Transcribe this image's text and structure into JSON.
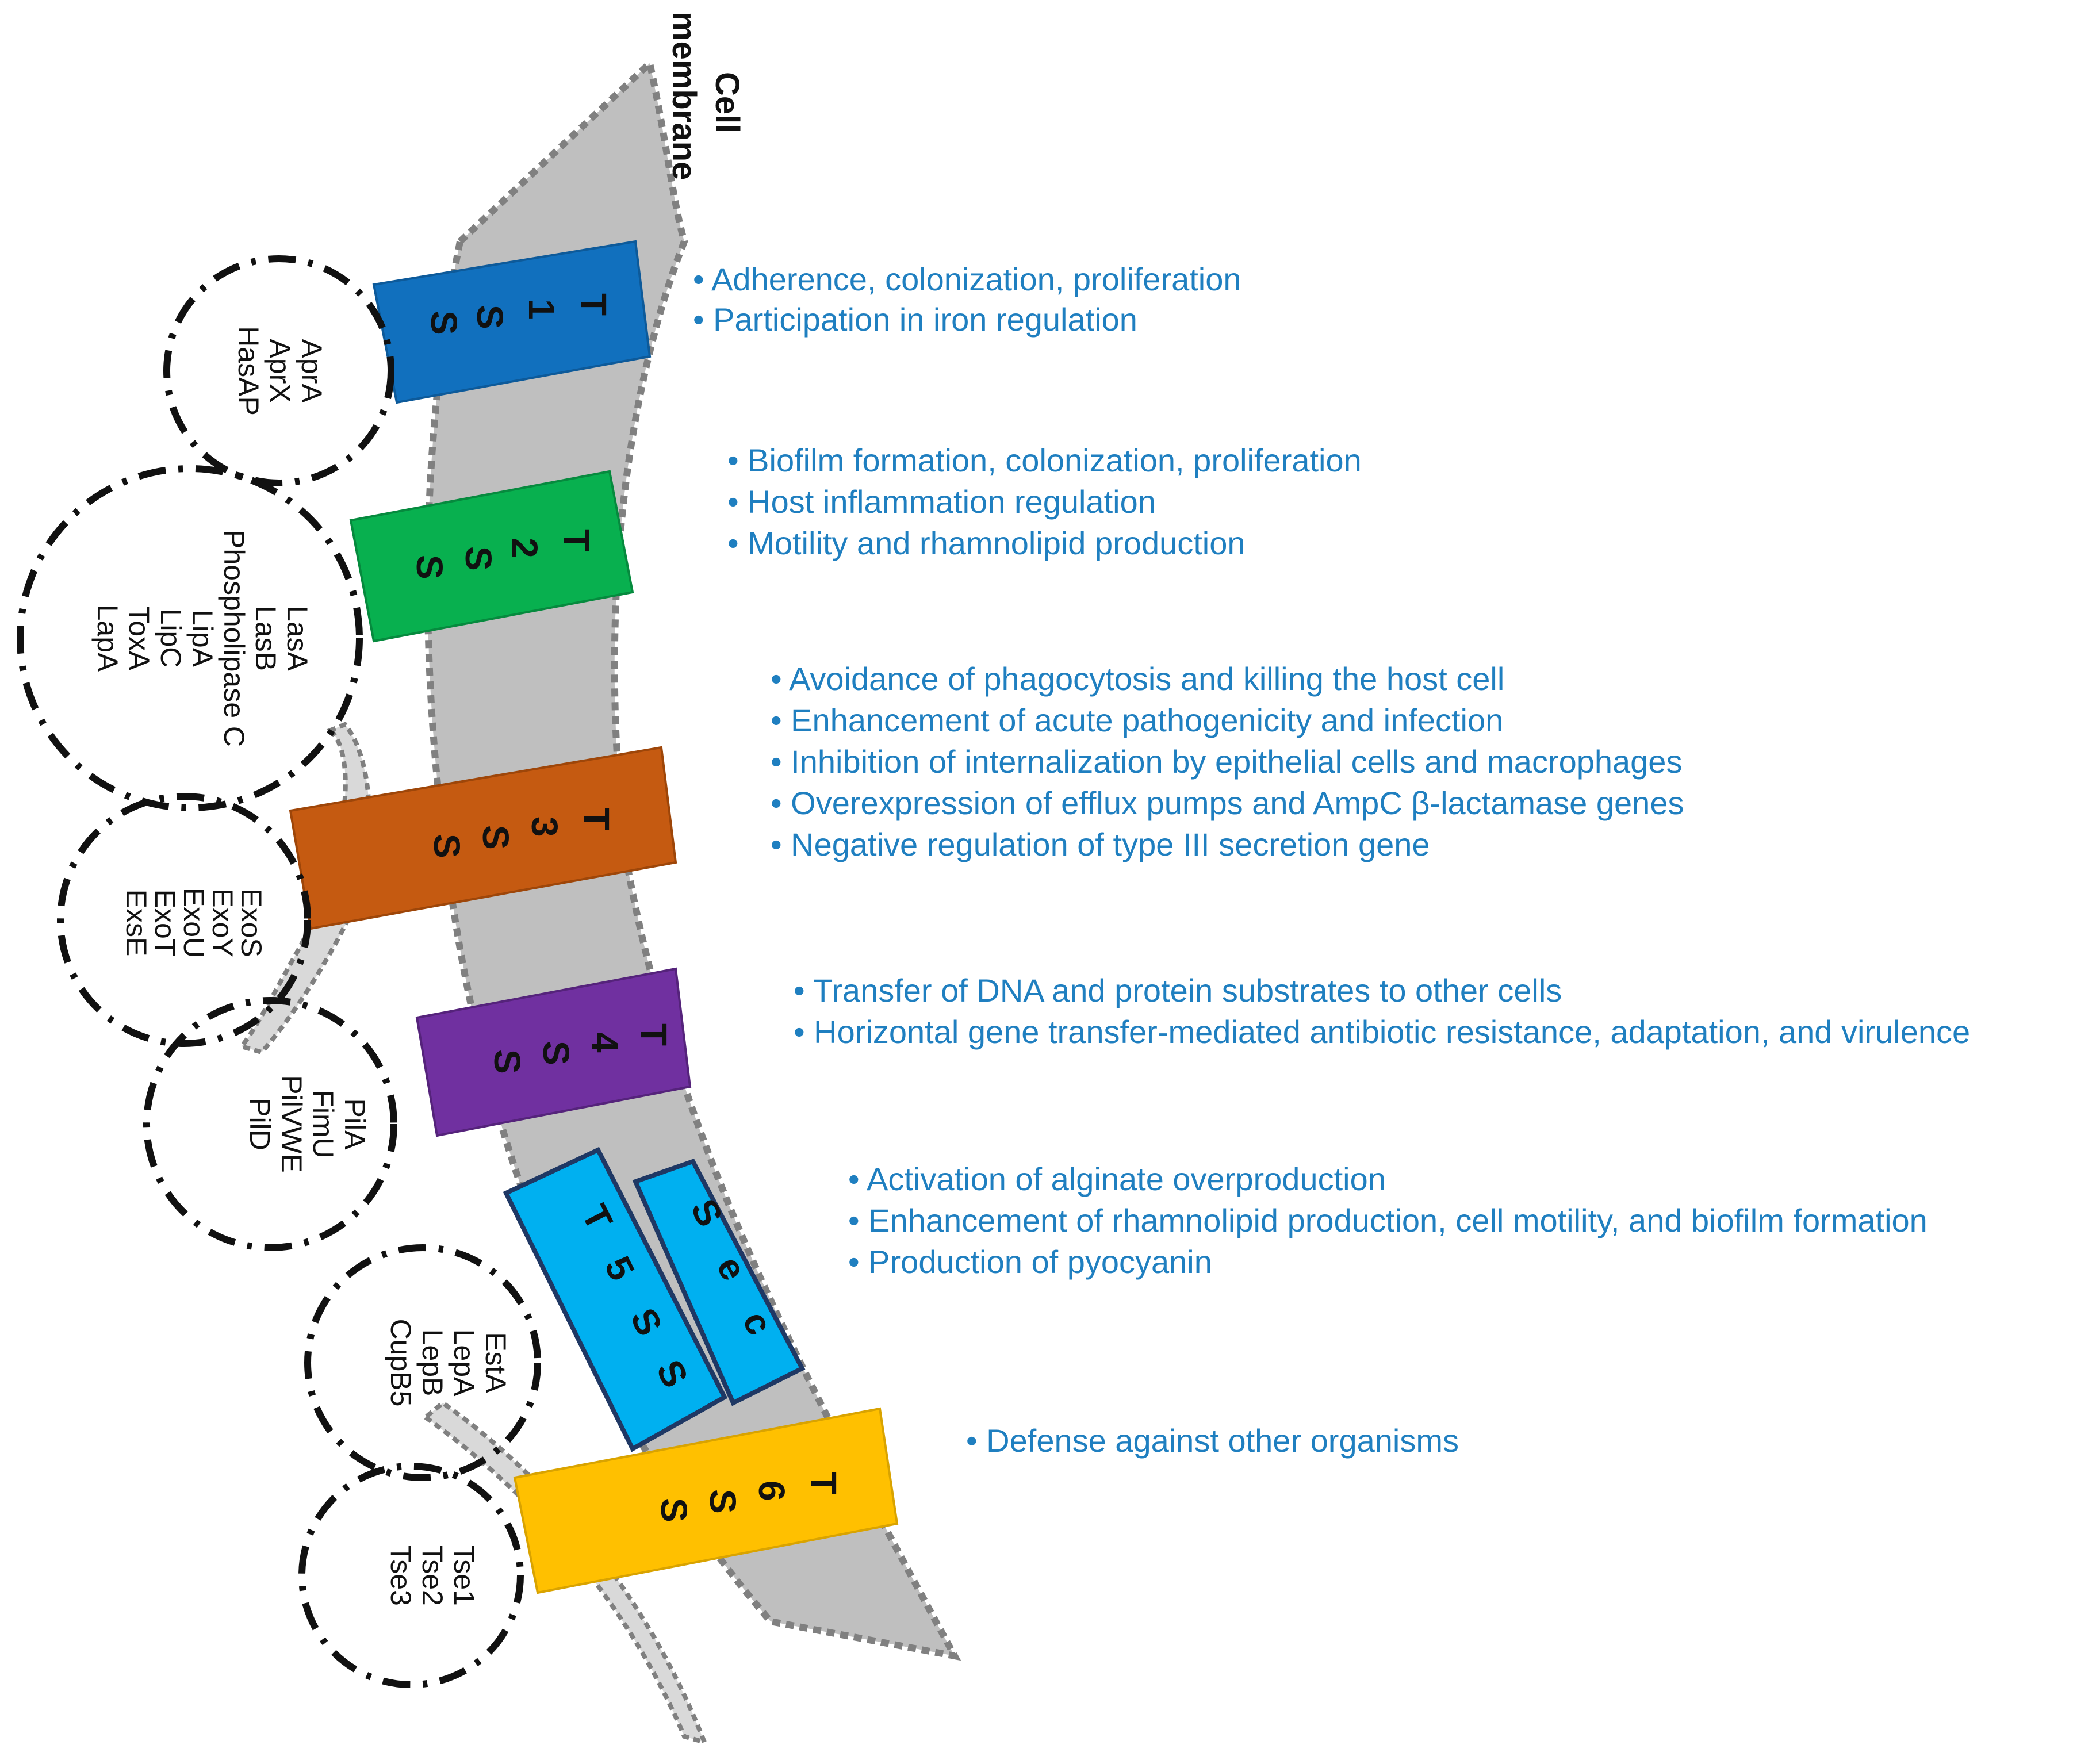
{
  "membrane": {
    "label_line1": "Cell",
    "label_line2": "membrane"
  },
  "systems": [
    {
      "label": "T1SS",
      "color": "#1170be",
      "proteins": [
        "AprA",
        "AprX",
        "HasAP"
      ],
      "functions": [
        "Adherence, colonization, proliferation",
        "Participation in iron regulation"
      ]
    },
    {
      "label": "T2SS",
      "color": "#08b04f",
      "proteins": [
        "LasA",
        "LasB",
        "Phospholipase C",
        "LipA",
        "LipC",
        "ToxA",
        "LapA"
      ],
      "functions": [
        "Biofilm formation, colonization, proliferation",
        "Host inflammation regulation",
        "Motility and rhamnolipid production"
      ]
    },
    {
      "label": "T3SS",
      "color": "#c55a11",
      "proteins": [
        "ExoS",
        "ExoY",
        "ExoU",
        "ExoT",
        "ExsE"
      ],
      "functions": [
        "Avoidance of phagocytosis and killing the host cell",
        "Enhancement of acute pathogenicity and infection",
        "Inhibition of internalization by epithelial cells and macrophages",
        "Overexpression of efflux pumps and AmpC β-lactamase genes",
        "Negative regulation of type III secretion gene"
      ]
    },
    {
      "label": "T4SS",
      "color": "#7030a0",
      "proteins": [
        "PilA",
        "FimU",
        "PilVWE",
        "PilD"
      ],
      "functions": [
        "Transfer of DNA and protein substrates to other cells",
        "Horizontal gene transfer-mediated antibiotic resistance, adaptation, and virulence"
      ]
    },
    {
      "label": "T5SS",
      "color": "#00b0f0",
      "proteins": [
        "EstA",
        "LepA",
        "LepB",
        "CupB5"
      ],
      "functions": [
        "Activation of alginate overproduction",
        "Enhancement of rhamnolipid production, cell motility, and biofilm formation",
        "Production of pyocyanin"
      ]
    },
    {
      "label": "Sec",
      "color": "#00b0f0",
      "proteins": [],
      "functions": []
    },
    {
      "label": "T6SS",
      "color": "#ffc000",
      "proteins": [
        "Tse1",
        "Tse2",
        "Tse3"
      ],
      "functions": [
        "Defense against other organisms"
      ]
    }
  ],
  "colors": {
    "membrane_fill": "#bfbfbf",
    "membrane_border": "#808080",
    "function_text": "#1f7fc0",
    "circle_border": "#111111"
  }
}
